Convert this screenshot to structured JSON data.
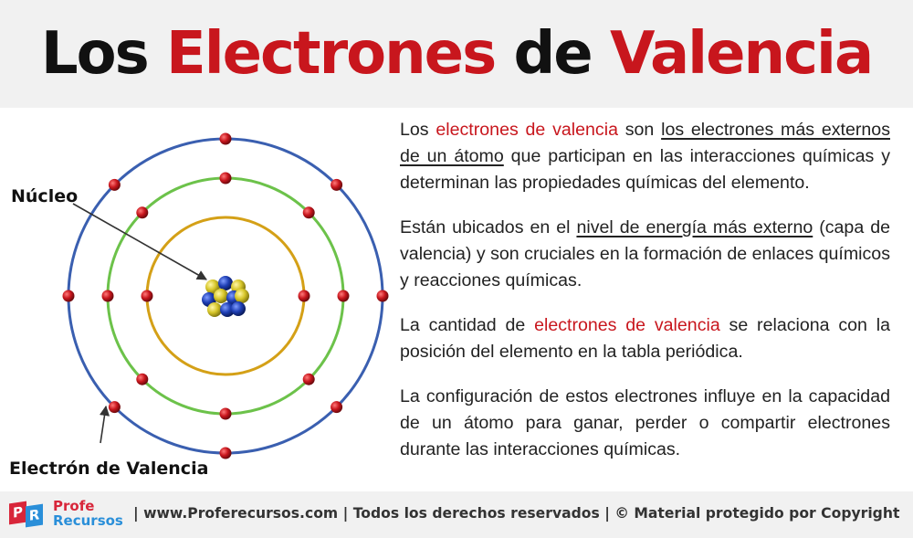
{
  "header": {
    "title_word1": "Los",
    "title_word2": "Electrones",
    "title_word3": "de",
    "title_word4": "Valencia"
  },
  "diagram": {
    "label_nucleus": "Núcleo",
    "label_electron": "Electrón de Valencia",
    "colors": {
      "outer_shell": "#3a5fb0",
      "middle_shell": "#6cc24a",
      "inner_shell": "#d4a017",
      "electron": "#c8161d",
      "nucleus_proton": "#1f3fb5",
      "nucleus_neutron": "#d7c62a"
    }
  },
  "paragraphs": {
    "p1": {
      "t1": "Los ",
      "t2": "electrones de valencia",
      "t3": " son ",
      "t4": "los electrones más externos de un átomo",
      "t5": " que participan en las interacciones químicas y determinan las propiedades químicas del elemento."
    },
    "p2": {
      "t1": "Están ubicados en el ",
      "t2": "nivel de energía más externo",
      "t3": " (capa de valencia) y son cruciales en la formación de enlaces químicos y reacciones químicas."
    },
    "p3": {
      "t1": "La cantidad de ",
      "t2": "electrones de valencia",
      "t3": " se relaciona con la posición del elemento en la tabla periódica."
    },
    "p4": {
      "t1": "La configuración de estos electrones influye en la capacidad de un átomo para ganar, perder o compartir electrones durante las interacciones químicas."
    }
  },
  "footer": {
    "logo_p": "P",
    "logo_r": "R",
    "brand_line1": "Profe",
    "brand_line2": "Recursos",
    "text": "| www.Proferecursos.com | Todos los derechos reservados | © Material protegido por Copyright"
  }
}
